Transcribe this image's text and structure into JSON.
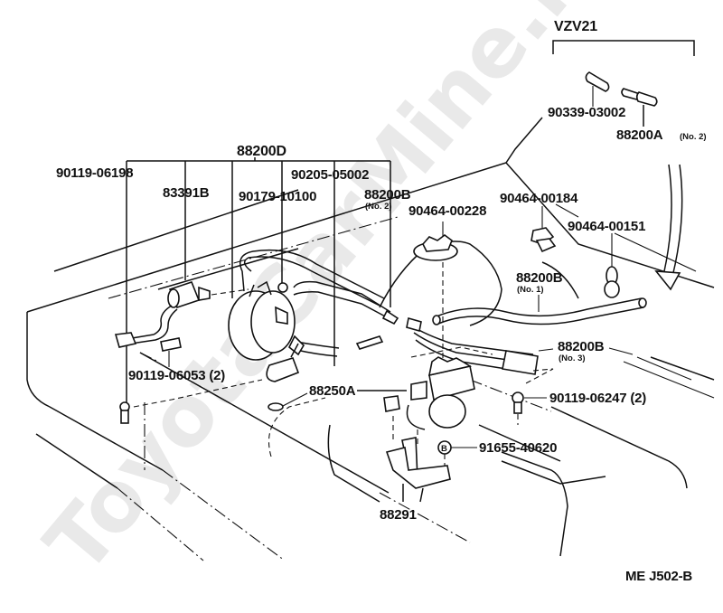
{
  "watermark": "ToyotaCarMine.ru",
  "drawing_code": "ME J502-B",
  "variant_bracket": {
    "label": "VZV21"
  },
  "callouts": {
    "p90339_03002": "90339-03002",
    "p88200A_no2": "88200A",
    "p88200A_no2_sub": "(No. 2)",
    "p88200D": "88200D",
    "p90119_06198": "90119-06198",
    "p83391B": "83391B",
    "p90179_10100": "90179-10100",
    "p90205_05002": "90205-05002",
    "p88200B_no2": "88200B",
    "p88200B_no2_sub": "(No. 2)",
    "p90464_00228": "90464-00228",
    "p90464_00184": "90464-00184",
    "p90464_00151": "90464-00151",
    "p88200B_no1": "88200B",
    "p88200B_no1_sub": "(No. 1)",
    "p88200B_no3": "88200B",
    "p88200B_no3_sub": "(No. 3)",
    "p90119_06053": "90119-06053 (2)",
    "p88250A": "88250A",
    "p90119_06247": "90119-06247 (2)",
    "p91655_40620": "91655-40620",
    "p88291": "88291",
    "marker_b": "B"
  }
}
